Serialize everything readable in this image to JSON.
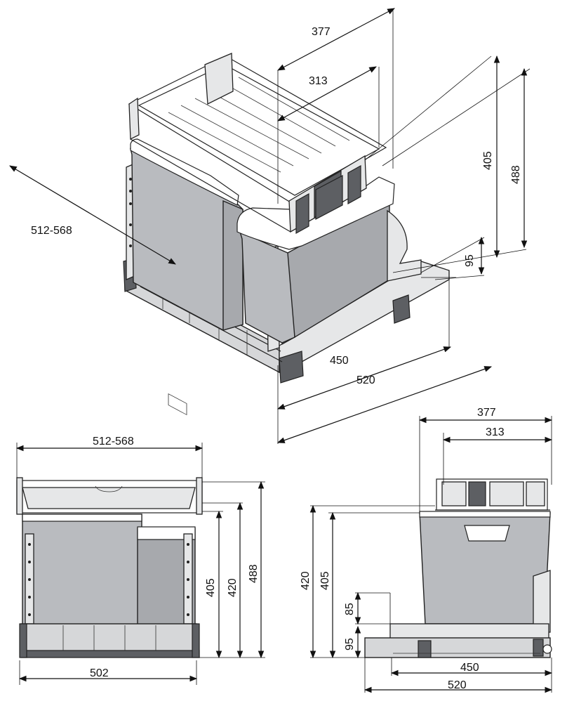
{
  "iso_view": {
    "dim_377": "377",
    "dim_313": "313",
    "dim_405": "405",
    "dim_488": "488",
    "dim_512_568": "512-568",
    "dim_95": "95",
    "dim_450": "450",
    "dim_520": "520"
  },
  "front_view": {
    "dim_512_568": "512-568",
    "dim_405": "405",
    "dim_420": "420",
    "dim_488": "488",
    "dim_502": "502"
  },
  "side_view": {
    "dim_377": "377",
    "dim_313": "313",
    "dim_420": "420",
    "dim_405": "405",
    "dim_85": "85",
    "dim_95": "95",
    "dim_450": "450",
    "dim_520": "520"
  }
}
